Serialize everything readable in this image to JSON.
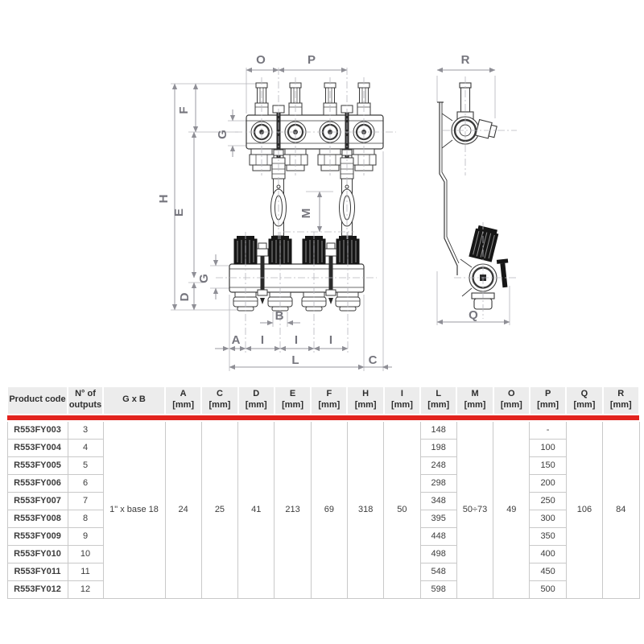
{
  "drawing": {
    "labels": {
      "O": "O",
      "P": "P",
      "R": "R",
      "F": "F",
      "G_top": "G",
      "H": "H",
      "E": "E",
      "M": "M",
      "G_bottom": "G",
      "D": "D",
      "B": "B",
      "A": "A",
      "I1": "I",
      "I2": "I",
      "I3": "I",
      "L": "L",
      "C": "C",
      "Q": "Q"
    },
    "colors": {
      "body_line": "#3a3a3a",
      "dimension_line": "#9a9aa1",
      "label_text": "#75757d"
    }
  },
  "table": {
    "headers": [
      {
        "l1": "Product code",
        "l2": ""
      },
      {
        "l1": "N° of",
        "l2": "outputs"
      },
      {
        "l1": "G x B",
        "l2": ""
      },
      {
        "l1": "A",
        "l2": "[mm]"
      },
      {
        "l1": "C",
        "l2": "[mm]"
      },
      {
        "l1": "D",
        "l2": "[mm]"
      },
      {
        "l1": "E",
        "l2": "[mm]"
      },
      {
        "l1": "F",
        "l2": "[mm]"
      },
      {
        "l1": "H",
        "l2": "[mm]"
      },
      {
        "l1": "I",
        "l2": "[mm]"
      },
      {
        "l1": "L",
        "l2": "[mm]"
      },
      {
        "l1": "M",
        "l2": "[mm]"
      },
      {
        "l1": "O",
        "l2": "[mm]"
      },
      {
        "l1": "P",
        "l2": "[mm]"
      },
      {
        "l1": "Q",
        "l2": "[mm]"
      },
      {
        "l1": "R",
        "l2": "[mm]"
      }
    ],
    "merged": {
      "gxb": "1\" x base 18",
      "A": "24",
      "C": "25",
      "D": "41",
      "E": "213",
      "F": "69",
      "H": "318",
      "I": "50",
      "M": "50÷73",
      "O": "49",
      "Q": "106",
      "R": "84"
    },
    "rows": [
      {
        "code": "R553FY003",
        "outputs": "3",
        "L": "148",
        "P": "-"
      },
      {
        "code": "R553FY004",
        "outputs": "4",
        "L": "198",
        "P": "100"
      },
      {
        "code": "R553FY005",
        "outputs": "5",
        "L": "248",
        "P": "150"
      },
      {
        "code": "R553FY006",
        "outputs": "6",
        "L": "298",
        "P": "200"
      },
      {
        "code": "R553FY007",
        "outputs": "7",
        "L": "348",
        "P": "250"
      },
      {
        "code": "R553FY008",
        "outputs": "8",
        "L": "395",
        "P": "300"
      },
      {
        "code": "R553FY009",
        "outputs": "9",
        "L": "448",
        "P": "350"
      },
      {
        "code": "R553FY010",
        "outputs": "10",
        "L": "498",
        "P": "400"
      },
      {
        "code": "R553FY011",
        "outputs": "11",
        "L": "548",
        "P": "450"
      },
      {
        "code": "R553FY012",
        "outputs": "12",
        "L": "598",
        "P": "500"
      }
    ],
    "colors": {
      "brand_red": "#e2231e",
      "header_bg": "#ececec",
      "grid": "#c9c9c9"
    }
  }
}
